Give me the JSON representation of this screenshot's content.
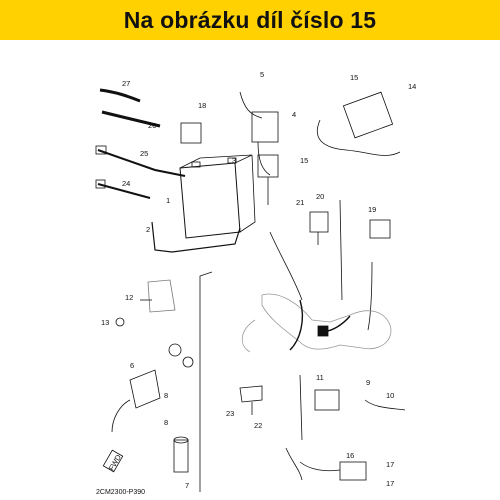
{
  "banner": {
    "text": "Na obrázku díl číslo 15",
    "background": "#ffd100"
  },
  "diagram": {
    "code": "2CM2300-P390",
    "callouts": [
      "27",
      "26",
      "25",
      "24",
      "18",
      "5",
      "4",
      "3",
      "1",
      "2",
      "15",
      "14",
      "15",
      "21",
      "20",
      "19",
      "12",
      "13",
      "6",
      "8",
      "8",
      "7",
      "11",
      "9",
      "10",
      "23",
      "22",
      "16",
      "17",
      "17"
    ],
    "fwd_label": "FWD"
  }
}
